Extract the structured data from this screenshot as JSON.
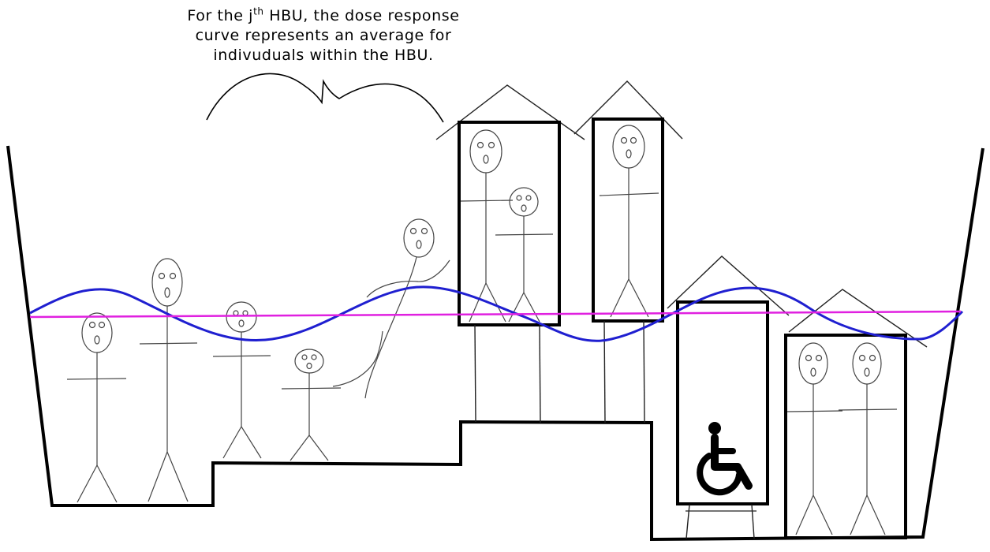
{
  "caption": {
    "prefix": "For the j",
    "superscript": "th",
    "line1_rest": " HBU, the dose response",
    "line2": "curve represents an average for",
    "line3": "indivuduals within the HBU."
  },
  "colors": {
    "ink": "#000000",
    "figure": "#333333",
    "dose_response_curve": "#1f1fd0",
    "average_line": "#e020e0"
  },
  "icons": {
    "accessibility": "wheelchair-icon"
  }
}
